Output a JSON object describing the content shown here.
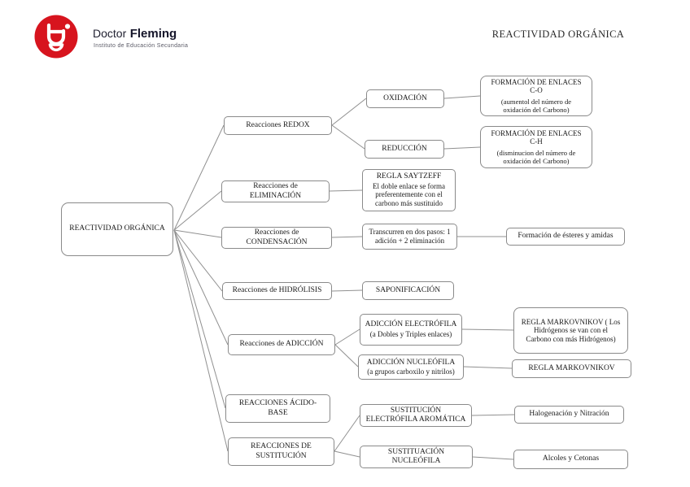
{
  "header": {
    "logo": {
      "brand_color": "#d7141e",
      "name_regular": "Doctor",
      "name_bold": "Fleming",
      "subtitle": "Instituto de Educación Secundaria"
    },
    "page_title": "REACTIVIDAD ORGÁNICA"
  },
  "diagram": {
    "nodes": {
      "root": {
        "label": "REACTIVIDAD ORGÁNICA"
      },
      "redox": {
        "label": "Reacciones REDOX"
      },
      "eliminacion": {
        "label": "Reacciones de\nELIMINACIÓN"
      },
      "condensacion": {
        "label": "Reacciones de\nCONDENSACIÓN"
      },
      "hidrolisis": {
        "label": "Reacciones de HIDRÓLISIS"
      },
      "adiccion": {
        "label": "Reacciones de ADICCIÓN"
      },
      "acido_base": {
        "label": "REACCIONES ÁCIDO-\nBASE"
      },
      "sustitucion": {
        "label": "REACCIONES DE\nSUSTITUCIÓN"
      },
      "oxidacion": {
        "label": "OXIDACIÓN"
      },
      "reduccion": {
        "label": "REDUCCIÓN"
      },
      "formacion_co": {
        "title": "FORMACIÓN DE ENLACES\nC-O",
        "note": "(aumentol del número de\noxidación del Carbono)"
      },
      "formacion_ch": {
        "title": "FORMACIÓN DE ENLACES\nC-H",
        "note": "(disminucion del número de\noxidación del Carbono)"
      },
      "saytzeff": {
        "title": "REGLA SAYTZEFF",
        "note": "El doble enlace se forma\npreferentemente con el\ncarbono más sustituido"
      },
      "transcurren": {
        "label": "Transcurren en dos pasos: 1\nadición + 2 eliminación"
      },
      "esteres": {
        "label": "Formación de ésteres y amidas"
      },
      "saponificacion": {
        "label": "SAPONIFICACIÓN"
      },
      "adiccion_electrofila": {
        "title": "ADICCIÓN ELECTRÓFILA",
        "note": "(a Dobles y Triples enlaces)"
      },
      "adiccion_nucleofila": {
        "title": "ADICCIÓN NUCLEÓFILA",
        "note": "(a grupos carboxilo y nitrilos)"
      },
      "markovnikov_largo": {
        "label": "REGLA MARKOVNIKOV ( Los\nHidrógenos se van con el\nCarbono con más Hidrógenos)"
      },
      "markovnikov": {
        "label": "REGLA MARKOVNIKOV"
      },
      "sust_electrofila_aromatica": {
        "label": "SUSTITUCIÓN\nELECTRÓFILA AROMÁTICA"
      },
      "sust_nucleofila": {
        "label": "SUSTITUACIÓN\nNUCLEÓFILA"
      },
      "halogenacion": {
        "label": "Halogenación y Nitración"
      },
      "alcoles": {
        "label": "Alcoles y Cetonas"
      }
    }
  }
}
